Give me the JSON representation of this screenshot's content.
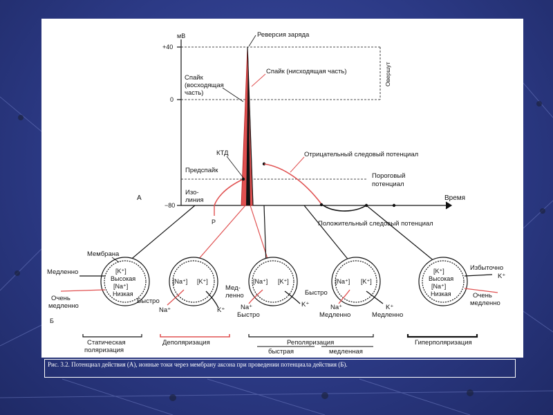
{
  "diagram": {
    "label_a": "А",
    "label_b": "Б",
    "axis": {
      "unit": "мВ",
      "tick_plus40": "+40",
      "tick_zero": "0",
      "tick_minus80": "−80",
      "time_label": "Время"
    },
    "labels": {
      "reversal": "Реверсия заряда",
      "spike_up_1": "Спайк",
      "spike_up_2": "(восходящая",
      "spike_up_3": "часть)",
      "spike_down": "Спайк (нисходящая часть)",
      "overshoot": "Овершут",
      "ktd": "КТД",
      "prespike": "Предспайк",
      "iso_1": "Изо-",
      "iso_2": "линия",
      "p": "Р",
      "neg_trace": "Отрицательный следовый потенциал",
      "threshold_1": "Пороговый",
      "threshold_2": "потенциал",
      "pos_trace": "Положительный следовый потенциал"
    },
    "cells": {
      "membrane": "Мембрана",
      "k_plus": "[K⁺]",
      "na_plus": "[Na⁺]",
      "high": "Высокая",
      "low": "Низкая",
      "slowly": "Медленно",
      "very_1": "Очень",
      "very_2": "медленно",
      "fast": "Быстро",
      "na_ion": "Na⁺",
      "k_ion": "K⁺",
      "med_1": "Мед-",
      "med_2": "ленно",
      "slowly_lower": "медленно",
      "excess_1": "Избыточно",
      "excess_2": "K⁺"
    },
    "phases": {
      "static_1": "Статическая",
      "static_2": "поляризация",
      "depol": "Деполяризация",
      "repol": "Реполяризация",
      "repol_fast": "быстрая",
      "repol_slow": "медленная",
      "hyper": "Гиперполяризация"
    }
  },
  "caption": "Рис. 3.2. Потенциал действия (А), ионные токи через мембрану аксона при проведении потенциала действия (Б).",
  "colors": {
    "background": "#2c3a86",
    "accent_red": "#e05050",
    "ink": "#111111"
  }
}
